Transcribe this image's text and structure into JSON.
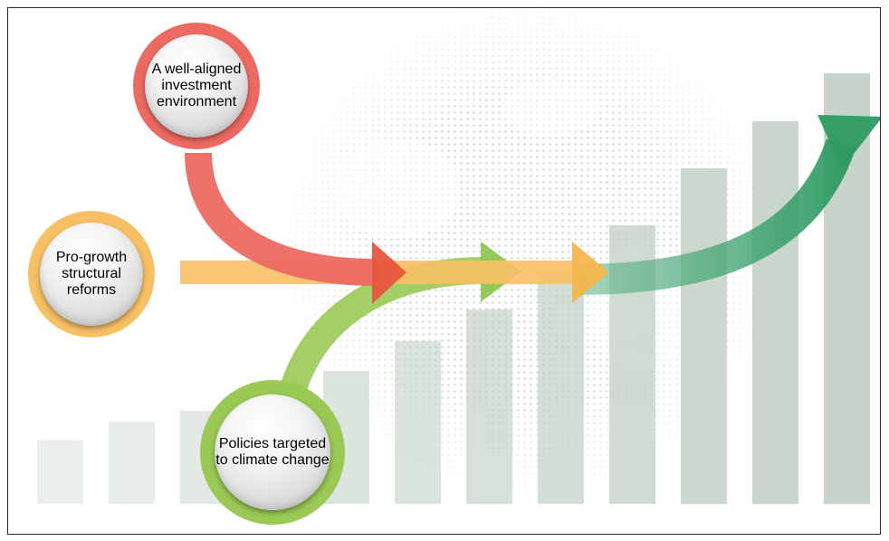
{
  "colors": {
    "red": "#ec6a62",
    "orange": "#f7c065",
    "green": "#9ac955",
    "teal": "#3fa06e",
    "bars": "#c3d2c6"
  },
  "nodes": [
    {
      "id": "investment",
      "label": "A well-aligned\ninvestment\nenvironment",
      "color": "#ec6a62"
    },
    {
      "id": "reforms",
      "label": "Pro-growth\nstructural\nreforms",
      "color": "#f7c065"
    },
    {
      "id": "climate",
      "label": "Policies\ntargeted\nto climate\nchange",
      "color": "#9ac955"
    }
  ],
  "background": {
    "motif": "dotted-globe",
    "bar_count": 12
  }
}
